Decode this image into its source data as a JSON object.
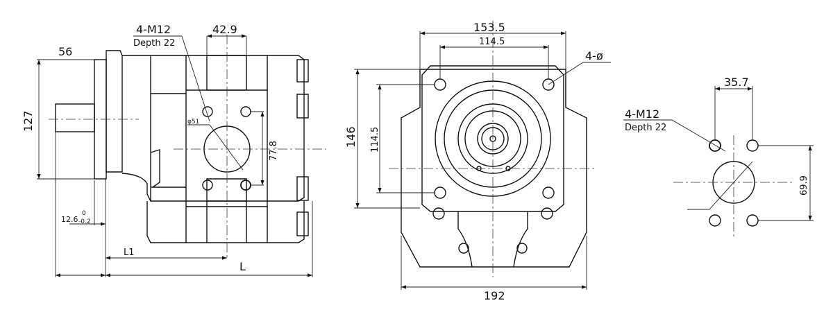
{
  "side_view": {
    "thread_label": "4-M12",
    "depth_label": "Depth 22",
    "hole_spacing_h": "42.9",
    "shaft_length": "56",
    "flange_height": "127",
    "port_diameter": "φ51",
    "hole_spacing_v": "77.8",
    "flange_thickness": "12.6",
    "tol_upper": "0",
    "tol_lower": "-0.2",
    "length_l1": "L1",
    "length_l": "L"
  },
  "front_view": {
    "width_outer": "153.5",
    "width_holes": "114.5",
    "mount_holes": "4-ø",
    "height_outer": "146",
    "height_holes": "114.5",
    "overall_width": "192"
  },
  "port_view": {
    "hole_spacing_h": "35.7",
    "thread_label": "4-M12",
    "depth_label": "Depth 22",
    "hole_spacing_v": "69.9"
  }
}
